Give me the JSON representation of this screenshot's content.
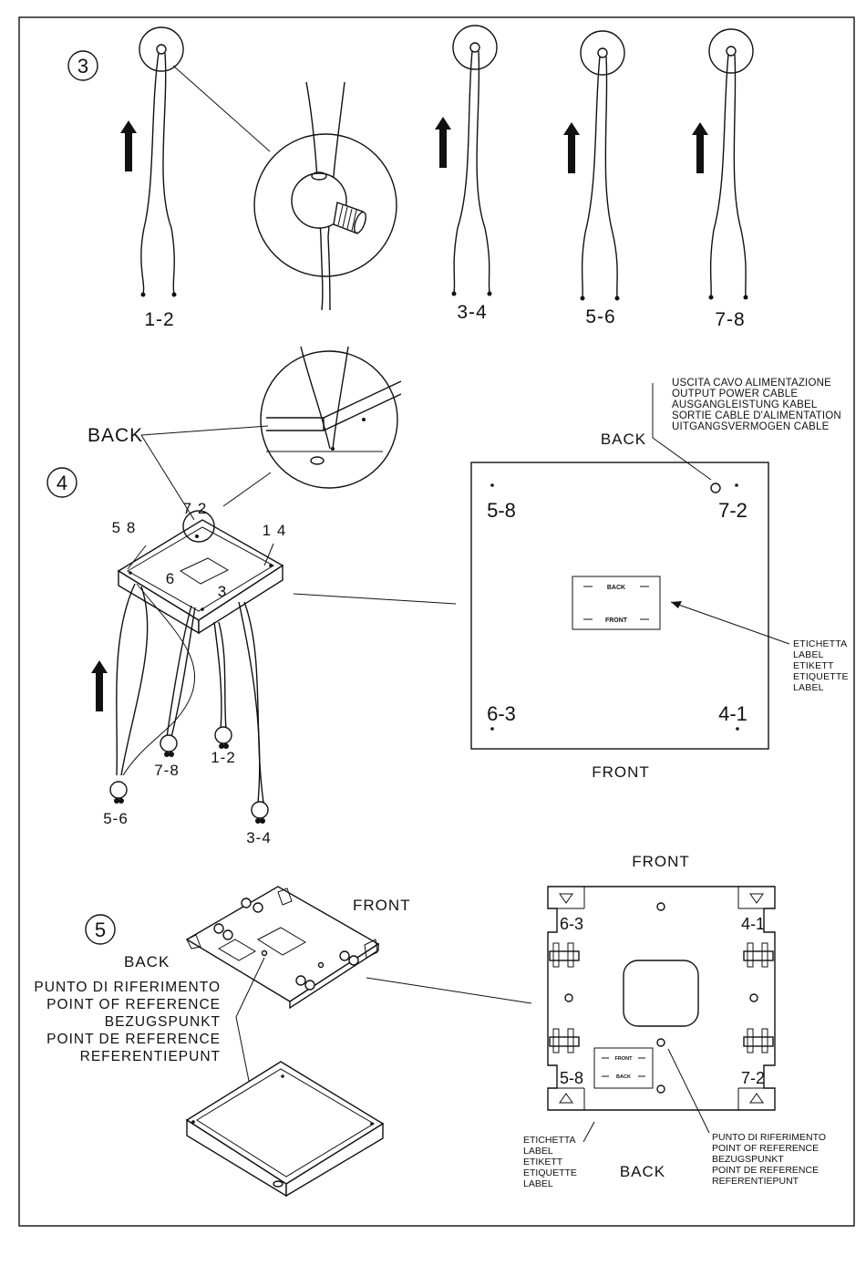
{
  "step3": {
    "number": "3",
    "cable_labels": [
      "1-2",
      "3-4",
      "5-6",
      "7-8"
    ]
  },
  "step4": {
    "number": "4",
    "back_label": "BACK",
    "corner_labels": {
      "a": "7 2",
      "b": "5 8",
      "c": "1 4",
      "d": "6",
      "e": "3"
    },
    "hook_labels": [
      "7-8",
      "1-2",
      "5-6",
      "3-4"
    ],
    "plate": {
      "back": "BACK",
      "front": "FRONT",
      "corners": {
        "tl": "5-8",
        "tr": "7-2",
        "bl": "6-3",
        "br": "4-1"
      },
      "sticker_back": "BACK",
      "sticker_front": "FRONT",
      "output_cable": [
        "USCITA CAVO ALIMENTAZIONE",
        "OUTPUT POWER CABLE",
        "AUSGANGLEISTUNG KABEL",
        "SORTIE CABLE D'ALIMENTATION",
        "UITGANGSVERMOGEN CABLE"
      ],
      "label_text": [
        "ETICHETTA",
        "LABEL",
        "ETIKETT",
        "ETIQUETTE",
        "LABEL"
      ]
    }
  },
  "step5": {
    "number": "5",
    "front": "FRONT",
    "back": "BACK",
    "reference_point": [
      "PUNTO DI RIFERIMENTO",
      "POINT OF REFERENCE",
      "BEZUGSPUNKT",
      "POINT DE REFERENCE",
      "REFERENTIEPUNT"
    ],
    "plate": {
      "front": "FRONT",
      "back": "BACK",
      "corners": {
        "tl": "6-3",
        "tr": "4-1",
        "bl": "5-8",
        "br": "7-2"
      },
      "sticker_front": "FRONT",
      "sticker_back": "BACK",
      "label_text": [
        "ETICHETTA",
        "LABEL",
        "ETIKETT",
        "ETIQUETTE",
        "LABEL"
      ],
      "reference_point": [
        "PUNTO DI RIFERIMENTO",
        "POINT OF REFERENCE",
        "BEZUGSPUNKT",
        "POINT DE REFERENCE",
        "REFERENTIEPUNT"
      ]
    }
  }
}
